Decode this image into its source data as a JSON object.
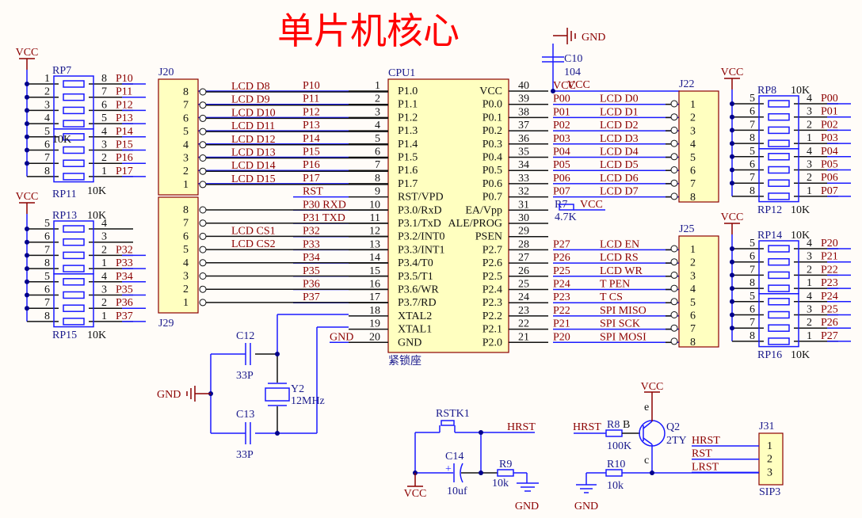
{
  "title": "单片机核心",
  "colors": {
    "title": "#ff0000",
    "net_label": "#8b0000",
    "designator": "#1a1a8c",
    "wire_blue": "#1a1aff",
    "wire_black": "#111111",
    "component_fill": "#ffffc0",
    "component_border": "#8b0000",
    "background": "#fffcf8"
  },
  "power_labels": {
    "vcc": "VCC",
    "gnd": "GND"
  },
  "rp_left_top": {
    "designator_a": "RP7",
    "designator_b": "RP11",
    "value_a": "10K",
    "value_b": "10K",
    "left_pins": [
      "1",
      "2",
      "3",
      "4",
      "5",
      "6",
      "7",
      "8"
    ],
    "right_pins": [
      "8",
      "7",
      "6",
      "5",
      "4",
      "3",
      "2",
      "1"
    ],
    "nets": [
      "P10",
      "P11",
      "P12",
      "P13",
      "P14",
      "P15",
      "P16",
      "P17"
    ]
  },
  "rp_left_bottom": {
    "designator_a": "RP13",
    "designator_b": "RP15",
    "value_a": "10K",
    "value_b": "10K",
    "left_pins": [
      "5",
      "6",
      "7",
      "8",
      "5",
      "6",
      "7",
      "8"
    ],
    "right_pins": [
      "4",
      "3",
      "2",
      "1",
      "4",
      "3",
      "2",
      "1"
    ],
    "nets": [
      "",
      "",
      "P32",
      "P33",
      "P34",
      "P35",
      "P36",
      "P37"
    ]
  },
  "j20": {
    "designator": "J20",
    "pins": [
      "8",
      "7",
      "6",
      "5",
      "4",
      "3",
      "2",
      "1"
    ],
    "signals": [
      "LCD_D8",
      "LCD_D9",
      "LCD_D10",
      "LCD_D11",
      "LCD_D12",
      "LCD_D13",
      "LCD_D14",
      "LCD_D15"
    ]
  },
  "j29": {
    "designator": "J29",
    "pins": [
      "8",
      "7",
      "6",
      "5",
      "4",
      "3",
      "2",
      "1"
    ],
    "signals": [
      "",
      "",
      "LCD_CS1",
      "LCD_CS2",
      "",
      "",
      "",
      ""
    ]
  },
  "cpu": {
    "designator": "CPU1",
    "footnote": "紧锁座",
    "left": [
      {
        "num": "1",
        "name": "P1.0",
        "net": "P10"
      },
      {
        "num": "2",
        "name": "P1.1",
        "net": "P11"
      },
      {
        "num": "3",
        "name": "P1.2",
        "net": "P12"
      },
      {
        "num": "4",
        "name": "P1.3",
        "net": "P13"
      },
      {
        "num": "5",
        "name": "P1.4",
        "net": "P14"
      },
      {
        "num": "6",
        "name": "P1.5",
        "net": "P15"
      },
      {
        "num": "7",
        "name": "P1.6",
        "net": "P16"
      },
      {
        "num": "8",
        "name": "P1.7",
        "net": "P17"
      },
      {
        "num": "9",
        "name": "RST/VPD",
        "net": "RST"
      },
      {
        "num": "10",
        "name": "P3.0/RxD",
        "net": "P30  RXD"
      },
      {
        "num": "11",
        "name": "P3.1/TxD",
        "net": "P31  TXD"
      },
      {
        "num": "12",
        "name": "P3.2/INT0",
        "net": "P32"
      },
      {
        "num": "13",
        "name": "P3.3/INT1",
        "net": "P33"
      },
      {
        "num": "14",
        "name": "P3.4/T0",
        "net": "P34"
      },
      {
        "num": "15",
        "name": "P3.5/T1",
        "net": "P35"
      },
      {
        "num": "16",
        "name": "P3.6/WR",
        "net": "P36"
      },
      {
        "num": "17",
        "name": "P3.7/RD",
        "net": "P37"
      },
      {
        "num": "18",
        "name": "XTAL2",
        "net": ""
      },
      {
        "num": "19",
        "name": "XTAL1",
        "net": ""
      },
      {
        "num": "20",
        "name": "GND",
        "net": "GND"
      }
    ],
    "right": [
      {
        "num": "40",
        "name": "VCC",
        "net": "VCC",
        "sig": ""
      },
      {
        "num": "39",
        "name": "P0.0",
        "net": "P00",
        "sig": "LCD_D0"
      },
      {
        "num": "38",
        "name": "P0.1",
        "net": "P01",
        "sig": "LCD_D1"
      },
      {
        "num": "37",
        "name": "P0.2",
        "net": "P02",
        "sig": "LCD_D2"
      },
      {
        "num": "36",
        "name": "P0.3",
        "net": "P03",
        "sig": "LCD_D3"
      },
      {
        "num": "35",
        "name": "P0.4",
        "net": "P04",
        "sig": "LCD_D4"
      },
      {
        "num": "34",
        "name": "P0.5",
        "net": "P05",
        "sig": "LCD_D5"
      },
      {
        "num": "33",
        "name": "P0.6",
        "net": "P06",
        "sig": "LCD_D6"
      },
      {
        "num": "32",
        "name": "P0.7",
        "net": "P07",
        "sig": "LCD_D7"
      },
      {
        "num": "31",
        "name": "EA/Vpp",
        "net": "",
        "sig": ""
      },
      {
        "num": "30",
        "name": "ALE/PROG",
        "net": "",
        "sig": ""
      },
      {
        "num": "29",
        "name": "PSEN",
        "net": "",
        "sig": ""
      },
      {
        "num": "28",
        "name": "P2.7",
        "net": "P27",
        "sig": "LCD_EN"
      },
      {
        "num": "27",
        "name": "P2.6",
        "net": "P26",
        "sig": "LCD_RS"
      },
      {
        "num": "26",
        "name": "P2.5",
        "net": "P25",
        "sig": "LCD_WR"
      },
      {
        "num": "25",
        "name": "P2.4",
        "net": "P24",
        "sig": "T_PEN"
      },
      {
        "num": "24",
        "name": "P2.3",
        "net": "P23",
        "sig": "T_CS"
      },
      {
        "num": "23",
        "name": "P2.2",
        "net": "P22",
        "sig": "SPI_MISO"
      },
      {
        "num": "22",
        "name": "P2.1",
        "net": "P21",
        "sig": "SPI_SCK"
      },
      {
        "num": "21",
        "name": "P2.0",
        "net": "P20",
        "sig": "SPI_MOSI"
      }
    ]
  },
  "c10": {
    "designator": "C10",
    "value": "104"
  },
  "r7": {
    "designator": "R7",
    "value": "4.7K",
    "net": "VCC"
  },
  "j22": {
    "designator": "J22",
    "pins": [
      "1",
      "2",
      "3",
      "4",
      "5",
      "6",
      "7",
      "8"
    ]
  },
  "j25": {
    "designator": "J25",
    "pins": [
      "1",
      "2",
      "3",
      "4",
      "5",
      "6",
      "7",
      "8"
    ]
  },
  "rp_right_top": {
    "designator_a": "RP8",
    "designator_b": "RP12",
    "value_a": "10K",
    "value_b": "10K",
    "left_pins": [
      "5",
      "6",
      "7",
      "8",
      "5",
      "6",
      "7",
      "8"
    ],
    "right_pins": [
      "4",
      "3",
      "2",
      "1",
      "4",
      "3",
      "2",
      "1"
    ],
    "nets": [
      "P00",
      "P01",
      "P02",
      "P03",
      "P04",
      "P05",
      "P06",
      "P07"
    ]
  },
  "rp_right_bottom": {
    "designator_a": "RP14",
    "designator_b": "RP16",
    "value_a": "10K",
    "value_b": "10K",
    "left_pins": [
      "5",
      "6",
      "7",
      "8",
      "5",
      "6",
      "7",
      "8"
    ],
    "right_pins": [
      "4",
      "3",
      "2",
      "1",
      "4",
      "3",
      "2",
      "1"
    ],
    "nets": [
      "P20",
      "P21",
      "P22",
      "P23",
      "P24",
      "P25",
      "P26",
      "P27"
    ]
  },
  "crystal": {
    "c12": "C12",
    "c12_val": "33P",
    "c13": "C13",
    "c13_val": "33P",
    "y2": "Y2",
    "y2_val": "12MHz"
  },
  "reset": {
    "rstk": "RSTK1",
    "c14": "C14",
    "c14_val": "10uf",
    "c14_plus": "+",
    "r9": "R9",
    "r9_val": "10k",
    "hrst": "HRST"
  },
  "transistor": {
    "hrst": "HRST",
    "r8": "R8",
    "r8_val": "100K",
    "base": "B",
    "q2": "Q2",
    "q2_val": "2TY",
    "emitter": "e",
    "collector": "c",
    "r10": "R10",
    "r10_val": "10k"
  },
  "j31": {
    "designator": "J31",
    "footprint": "SIP3",
    "pins": [
      "1",
      "2",
      "3"
    ],
    "nets": [
      "HRST",
      "RST",
      "LRST"
    ]
  }
}
